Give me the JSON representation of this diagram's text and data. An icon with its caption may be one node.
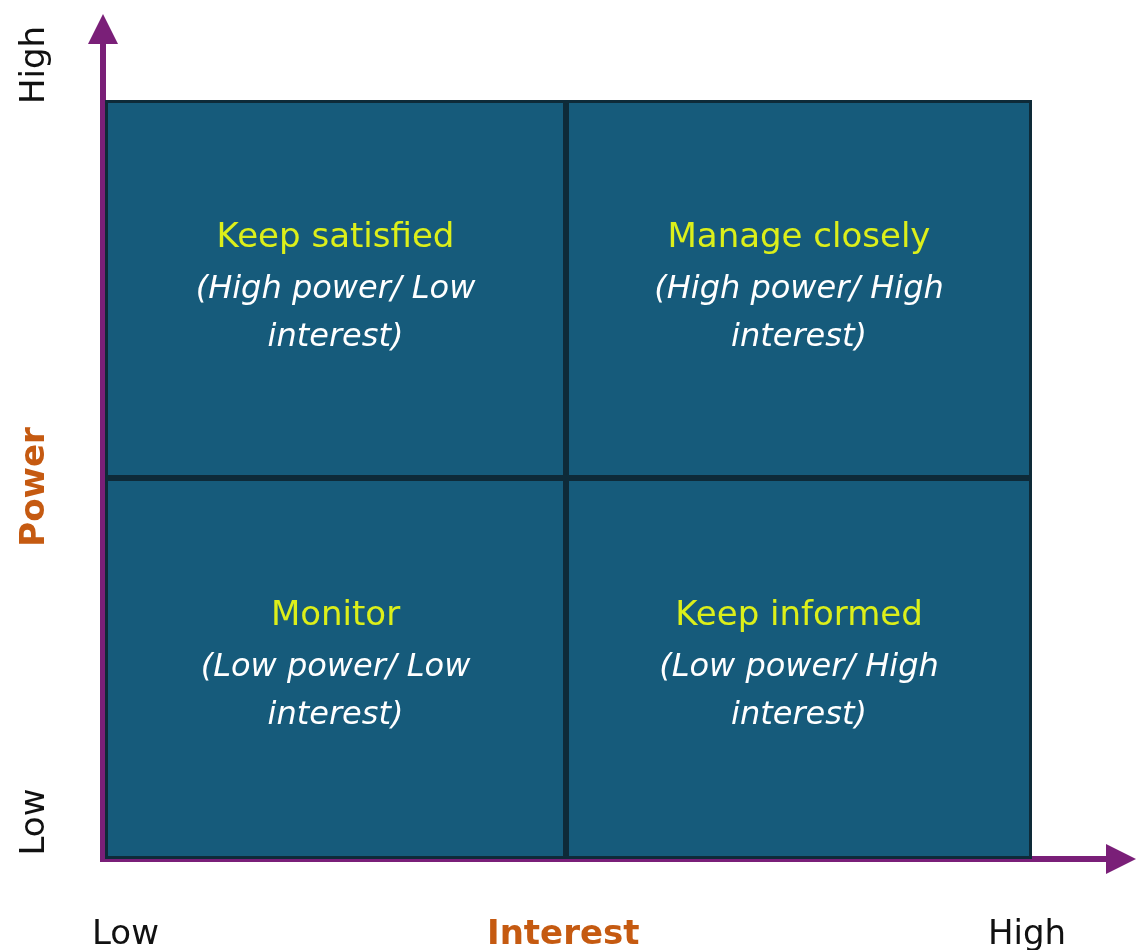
{
  "diagram": {
    "nodes": [
      {
        "text": [
          "Keep satisfied",
          "(High power/ Low interest)"
        ]
      },
      {
        "text": [
          "Manage closely",
          "(High power/ High interest)"
        ]
      },
      {
        "text": [
          "Monitor",
          "(Low power/ Low interest)"
        ]
      },
      {
        "text": [
          "Keep informed",
          "(Low power/ High interest)"
        ]
      }
    ],
    "edges": [],
    "labels": [
      "High",
      "Power",
      "Low",
      "Low",
      "Interest",
      "High"
    ]
  }
}
